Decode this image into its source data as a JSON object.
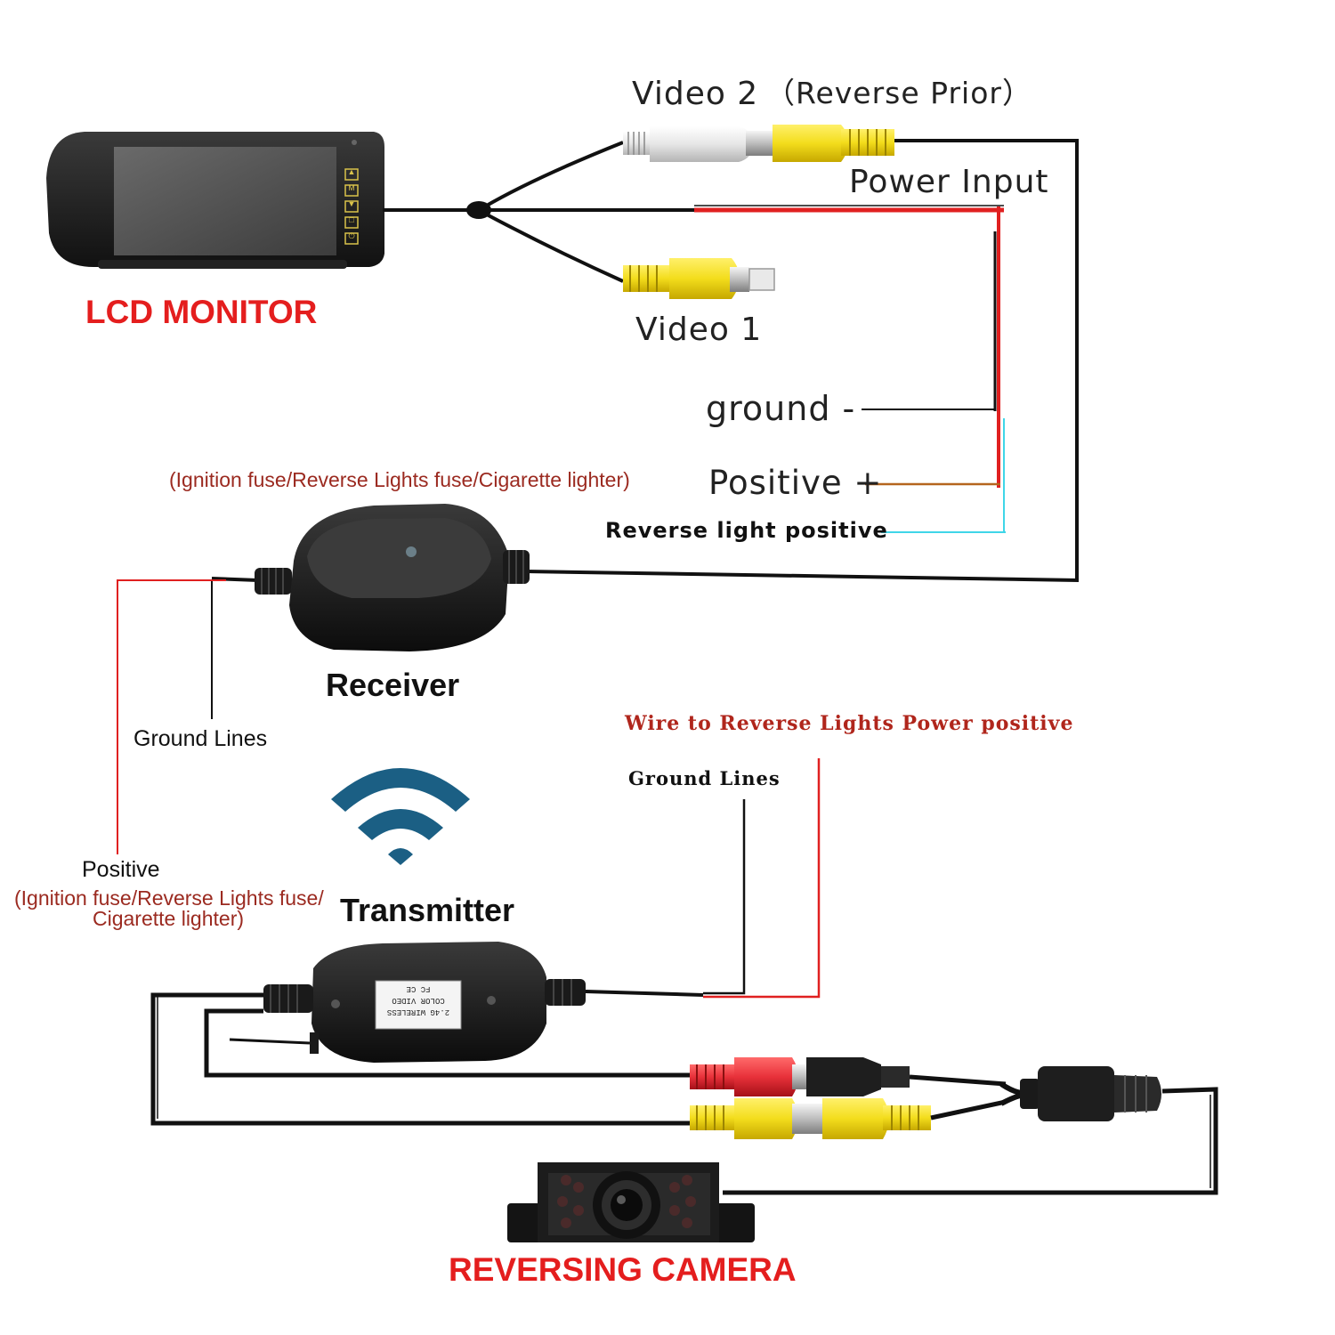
{
  "labels": {
    "lcd_monitor": "LCD MONITOR",
    "video2": "Video 2",
    "reverse_prior": "（Reverse Prior）",
    "power_input": "Power Input",
    "video1": "Video 1",
    "ground": "ground -",
    "positive": "Positive +",
    "fuse_note": "(Ignition fuse/Reverse Lights fuse/Cigarette lighter)",
    "reverse_light_positive": "Reverse light positive",
    "receiver": "Receiver",
    "ground_lines_left": "Ground Lines",
    "positive_left": "Positive",
    "fuse_note_left_line1": "(Ignition fuse/Reverse Lights fuse/",
    "fuse_note_left_line2": "Cigarette lighter)",
    "transmitter": "Transmitter",
    "wire_to_reverse": "Wire to Reverse Lights Power positive",
    "ground_lines_right": "Ground Lines",
    "reversing_camera": "REVERSING CAMERA",
    "tx_label_line1": "2.4G WIRELESS",
    "tx_label_line2": "COLOR VIDEO",
    "tx_label_line3": "FC CE"
  },
  "monitor_buttons": [
    "▲",
    "M",
    "▼",
    "□",
    "⏻"
  ],
  "colors": {
    "red_wire": "#e02020",
    "cyan_wire": "#3fd6e8",
    "orange_wire": "#b5651d",
    "yellow_plug": "#f3dd1c",
    "red_plug": "#e8313a",
    "title_red": "#e41e1e",
    "wifi_blue": "#1b5f84"
  },
  "icons": [
    "wifi-signal-icon"
  ]
}
